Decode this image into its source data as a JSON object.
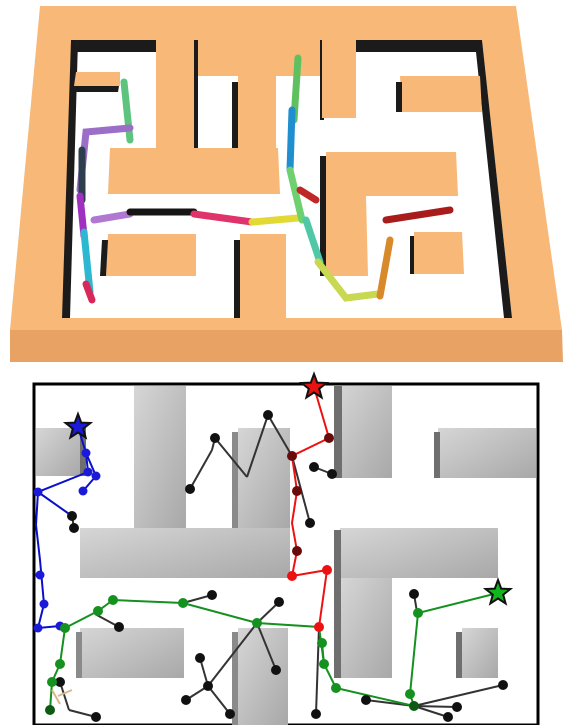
{
  "figure": {
    "top_panel": {
      "description_color": "#f7b878",
      "colors": {
        "maze_top": "#f7b878",
        "maze_side": "#e8a364",
        "maze_shadow": "#1a1a1a",
        "floor": "#ffffff"
      }
    },
    "bottom_panel": {
      "colors": {
        "wall_block": "#b9b9b9",
        "wall_shadow": "#6f6f6f",
        "border": "#000000",
        "robot_blue": "#0a10c8",
        "robot_red": "#ee1111",
        "robot_green": "#14911e",
        "node_dark": "#111111",
        "node_darkred": "#6a0b0b"
      },
      "markers": [
        {
          "name": "blue-start-star",
          "color": "#1a1ad8"
        },
        {
          "name": "red-start-star",
          "color": "#e81212"
        },
        {
          "name": "green-start-star",
          "color": "#13b51f"
        }
      ]
    }
  }
}
